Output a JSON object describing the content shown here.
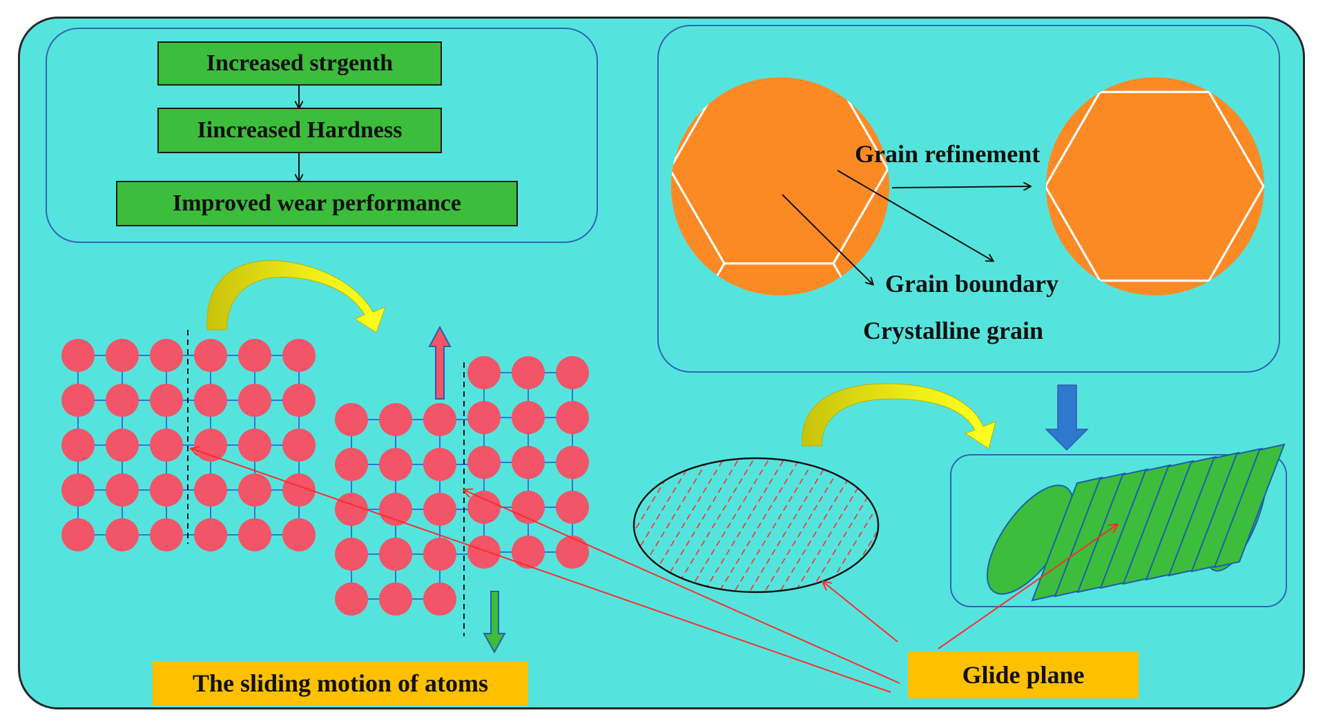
{
  "flow": {
    "step1": "Increased strgenth",
    "step2": "Iincreased Hardness",
    "step3": "Improved wear performance"
  },
  "grains": {
    "refinement_label": "Grain refinement",
    "boundary_label": "Grain boundary",
    "caption": "Crystalline grain"
  },
  "atoms": {
    "caption": "The sliding motion of atoms"
  },
  "glide": {
    "caption": "Glide plane"
  },
  "colors": {
    "background": "#55e4dd",
    "atom": "#f25468",
    "grain": "#fb8a24",
    "flow_box": "#3dbd3c",
    "caption_box": "#ffc000",
    "pointer": "#ff2a2a",
    "slab": "#3dbd3c",
    "down_arrow": "#2e78d0"
  }
}
